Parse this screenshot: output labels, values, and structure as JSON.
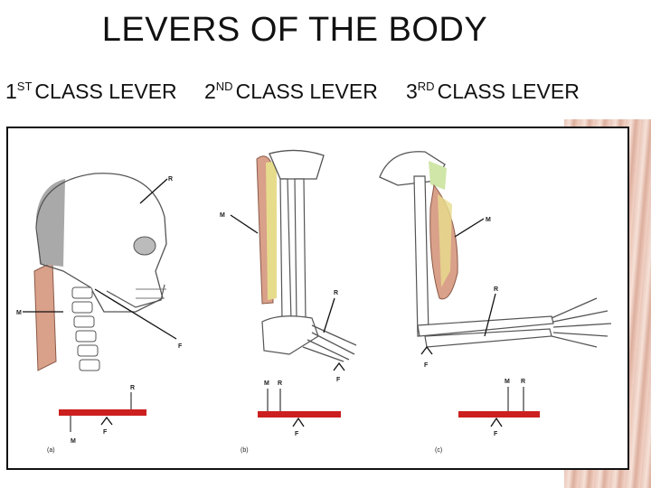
{
  "title": "LEVERS OF THE BODY",
  "classes": [
    {
      "num": "1",
      "suffix": "ST",
      "label": "CLASS LEVER"
    },
    {
      "num": "2",
      "suffix": "ND",
      "label": "CLASS LEVER"
    },
    {
      "num": "3",
      "suffix": "RD",
      "label": "CLASS LEVER"
    }
  ],
  "panels": [
    {
      "caption": "(a)",
      "labels": {
        "r": "R",
        "m": "M",
        "f": "F"
      },
      "lever": {
        "r": "R",
        "m": "M",
        "f": "F"
      }
    },
    {
      "caption": "(b)",
      "labels": {
        "r": "R",
        "m": "M",
        "f": "F"
      },
      "lever": {
        "r": "R",
        "m": "M",
        "f": "F"
      }
    },
    {
      "caption": "(c)",
      "labels": {
        "r": "R",
        "m": "M",
        "f": "F"
      },
      "lever": {
        "r": "R",
        "m": "M",
        "f": "F"
      }
    }
  ],
  "colors": {
    "lever_bar": "#cc1f1f",
    "muscle": "#d9a08a",
    "bone_outline": "#555555",
    "cartilage": "#cfe6a8"
  }
}
